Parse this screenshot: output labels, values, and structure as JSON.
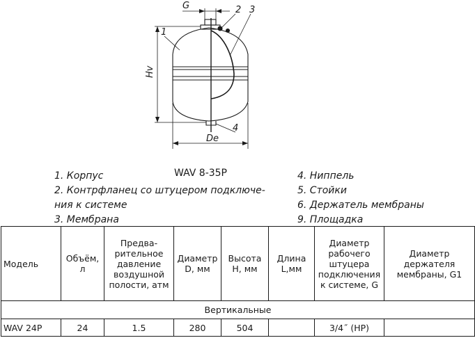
{
  "drawing": {
    "labels": {
      "g": "G",
      "n1": "1",
      "n2": "2",
      "n3": "3",
      "n4": "4",
      "hv": "Hv",
      "de": "De"
    }
  },
  "model_title": "WAV 8-35P",
  "legend_left": [
    "1. Корпус",
    "2. Контрфланец со штуцером подключе-",
    "ния к системе",
    "3. Мембрана"
  ],
  "legend_right": [
    "4. Ниппель",
    "5. Стойки",
    "6. Держатель мембраны",
    "9. Площадка"
  ],
  "table": {
    "headers": [
      "Модель",
      "Объём, л",
      "Предва-ритель­ное давление воздушной полости, атм",
      "Диаметр D, мм",
      "Высота H, мм",
      "Длина L,мм",
      "Диаметр рабочего штуцера подключения к системе, G",
      "Диаметр держателя мембраны, G1"
    ],
    "group_label": "Вертикальные",
    "rows": [
      [
        "WAV 24P",
        "24",
        "1.5",
        "280",
        "504",
        "",
        "3/4˝ (НР)",
        ""
      ]
    ]
  }
}
